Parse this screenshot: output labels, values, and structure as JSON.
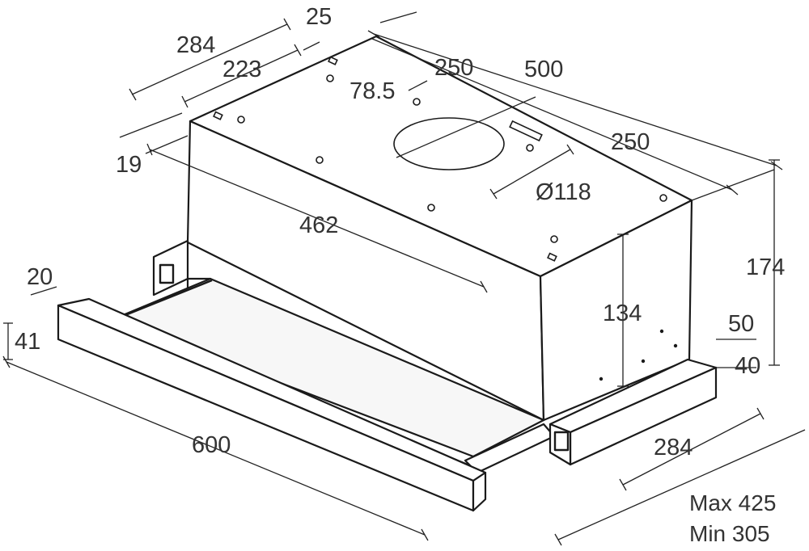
{
  "dimensions": {
    "d25": "25",
    "d284_top": "284",
    "d223": "223",
    "d500": "500",
    "d250_top": "250",
    "d78_5": "78.5",
    "d250_side": "250",
    "d19": "19",
    "d118": "Ø118",
    "d462": "462",
    "d174": "174",
    "d134": "134",
    "d20": "20",
    "d41": "41",
    "d50": "50",
    "d40": "40",
    "d600": "600",
    "d284_bottom": "284"
  },
  "notes": {
    "max": "Max 425",
    "min": "Min 305"
  }
}
